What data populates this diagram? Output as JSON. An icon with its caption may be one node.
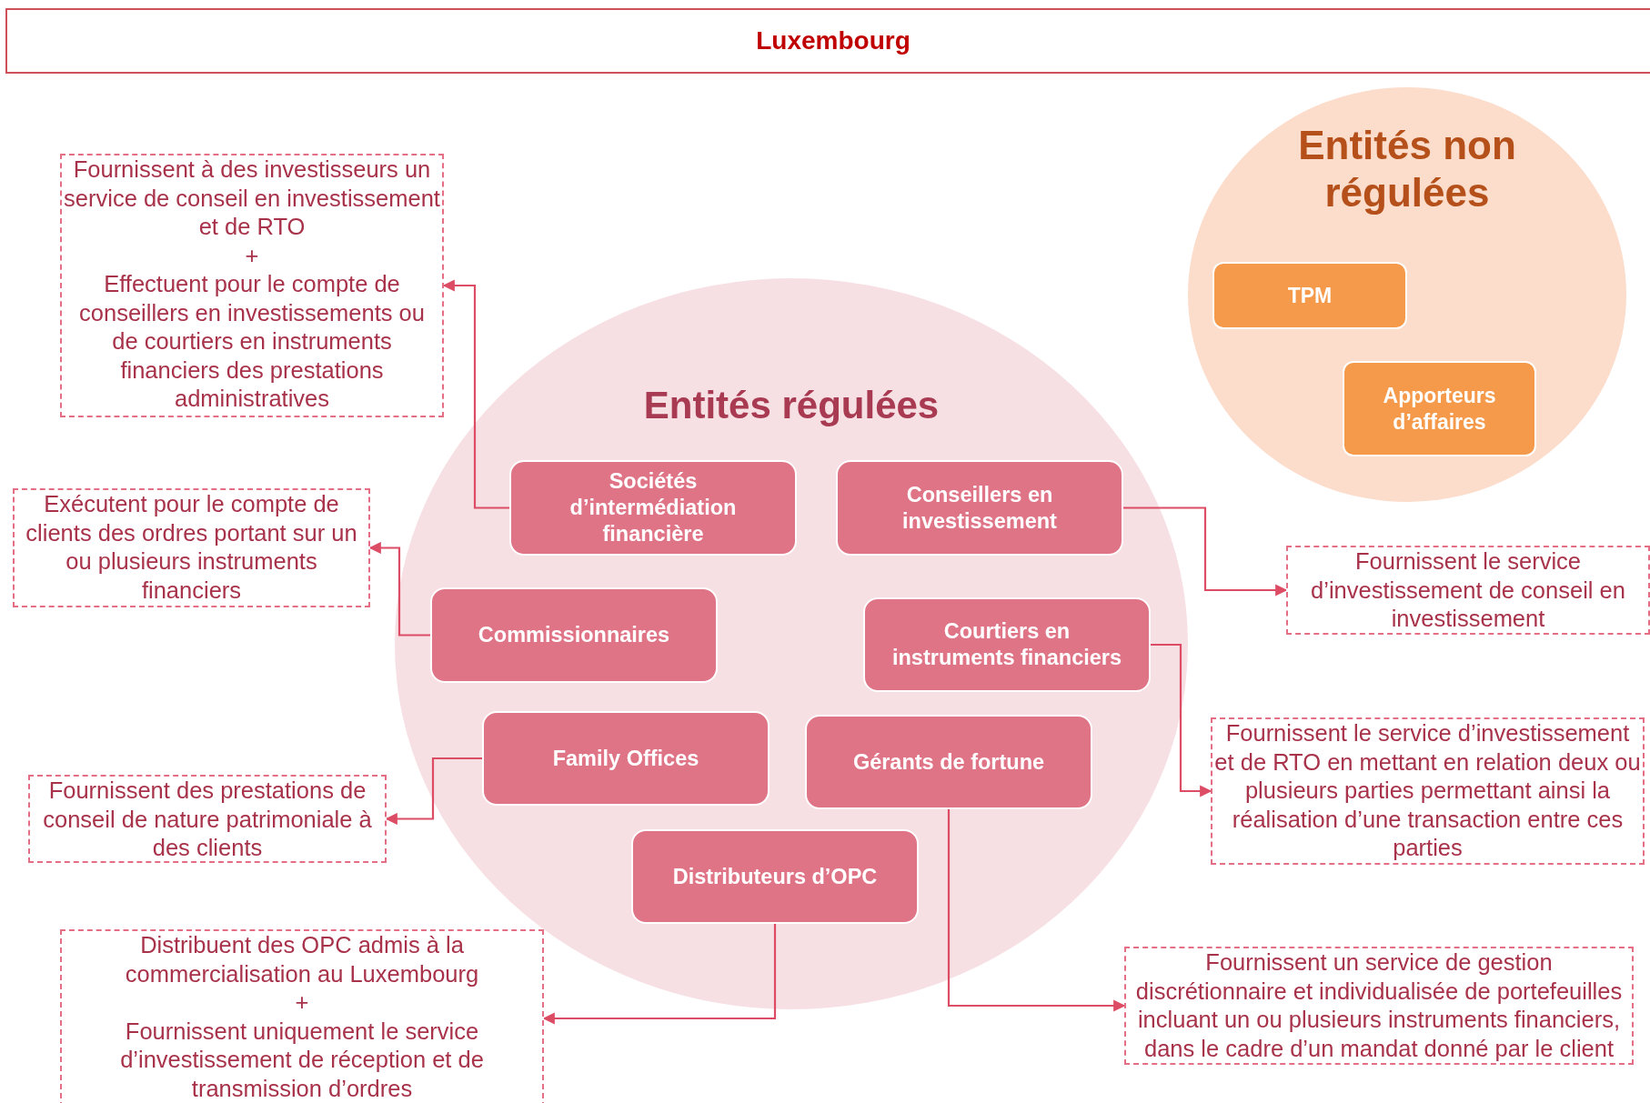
{
  "diagram": {
    "title": "Luxembourg",
    "nodes": [
      {
        "text": [
          "Entités régulées"
        ]
      },
      {
        "text": [
          "Sociétés d’intermédiation financière"
        ],
        "in": 0
      },
      {
        "text": [
          "Conseillers en investissement"
        ],
        "in": 0
      },
      {
        "text": [
          "Commissionnaires"
        ],
        "in": 0
      },
      {
        "text": [
          "Courtiers en instruments financiers"
        ],
        "in": 0
      },
      {
        "text": [
          "Family Offices"
        ],
        "in": 0
      },
      {
        "text": [
          "Gérants de fortune"
        ],
        "in": 0
      },
      {
        "text": [
          "Distributeurs d’OPC"
        ],
        "in": 0
      },
      {
        "text": [
          "Entités non régulées"
        ]
      },
      {
        "text": [
          "TPM"
        ],
        "in": 8
      },
      {
        "text": [
          "Apporteurs d’affaires"
        ],
        "in": 8
      },
      {
        "text": [
          "Fournissent à des investisseurs un service de conseil en investissement et de RTO",
          "+",
          "Effectuent pour le compte de conseillers en investissements ou de courtiers en instruments financiers des prestations administratives"
        ]
      },
      {
        "text": [
          "Exécutent pour le compte de clients des ordres portant sur un ou plusieurs instruments financiers"
        ]
      },
      {
        "text": [
          "Fournissent des prestations de conseil de nature patrimoniale à des clients"
        ]
      },
      {
        "text": [
          "Distribuent des OPC admis à la commercialisation au Luxembourg",
          "+",
          "Fournissent uniquement le service d’investissement de réception et de transmission d’ordres"
        ]
      },
      {
        "text": [
          "Fournissent le service d’investissement de conseil en investissement"
        ]
      },
      {
        "text": [
          "Fournissent le service d’investissement et de RTO en mettant en relation deux ou plusieurs parties permettant ainsi la réalisation d’une transaction entre ces parties"
        ]
      },
      {
        "text": [
          "Fournissent un service de gestion discrétionnaire et individualisée de portefeuilles incluant un ou plusieurs instruments financiers, dans le cadre d’un mandat donné par le client"
        ]
      }
    ],
    "edges": [
      {
        "from": 1,
        "to": 11,
        "arrow": "to"
      },
      {
        "from": 3,
        "to": 12,
        "arrow": "to"
      },
      {
        "from": 5,
        "to": 13,
        "arrow": "to"
      },
      {
        "from": 7,
        "to": 14,
        "arrow": "to"
      },
      {
        "from": 2,
        "to": 15,
        "arrow": "to"
      },
      {
        "from": 4,
        "to": 16,
        "arrow": "to"
      },
      {
        "from": 6,
        "to": 17,
        "arrow": "to"
      }
    ]
  }
}
